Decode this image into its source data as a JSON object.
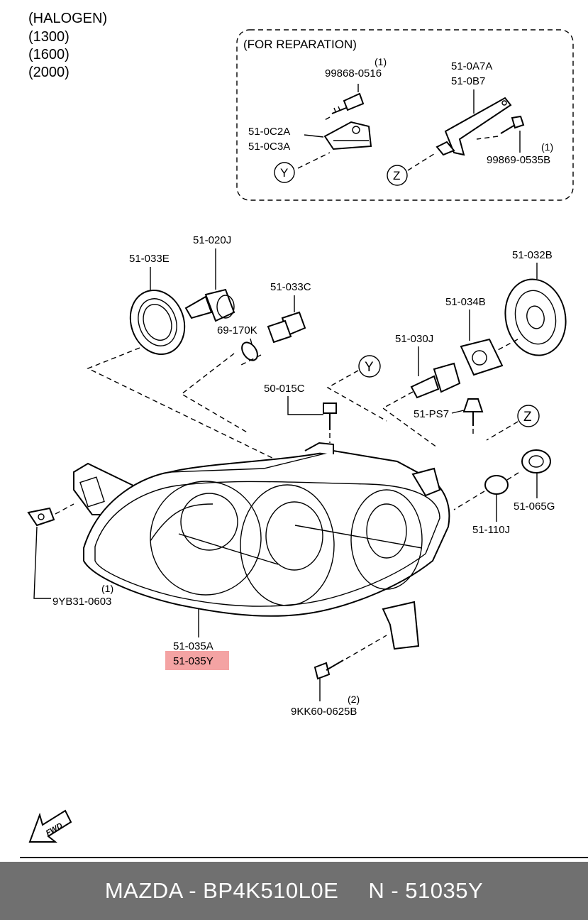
{
  "header": {
    "type": "(HALOGEN)",
    "engines": [
      "(1300)",
      "(1600)",
      "(2000)"
    ]
  },
  "reparation": {
    "title": "(FOR REPARATION)",
    "bolt_y": {
      "qty": "(1)",
      "pn": "99868-0516"
    },
    "bracket_y": [
      "51-0C2A",
      "51-0C3A"
    ],
    "bracket_z": [
      "51-0A7A",
      "51-0B7"
    ],
    "screw_z": {
      "qty": "(1)",
      "pn": "99869-0535B"
    },
    "ref_y": "Y",
    "ref_z": "Z"
  },
  "parts": {
    "cap_left": "51-033E",
    "bulb_h": "51-020J",
    "socket_c": "51-033C",
    "bulb_small": "69-170K",
    "cap_right": "51-032B",
    "holder": "51-034B",
    "bulb_main": "51-030J",
    "bolt": "50-015C",
    "ref_y": "Y",
    "ref_z": "Z",
    "clip": "51-PS7",
    "socket_g": "51-065G",
    "bulb_turn": "51-110J",
    "nut": {
      "qty": "(1)",
      "pn": "9YB31-0603"
    },
    "unit_main": "51-035A",
    "unit_selected": "51-035Y",
    "screw": {
      "qty": "(2)",
      "pn": "9KK60-0625B"
    }
  },
  "fwd": "FWD",
  "footer": {
    "brand_part": "MAZDA - BP4K510L0E",
    "position": "N - 51035Y"
  },
  "colors": {
    "highlight": "#f4a3a3",
    "footer_bg": "#707070",
    "footer_text": "#ffffff"
  }
}
